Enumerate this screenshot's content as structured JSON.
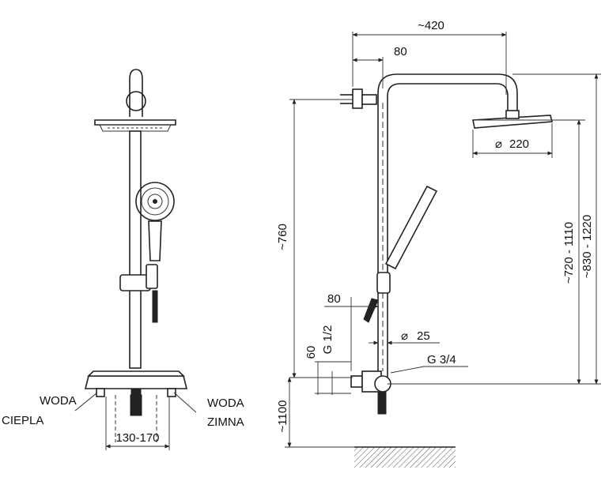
{
  "labels": {
    "hot_line1": "WODA",
    "hot_line2": "CIEPLA",
    "cold_line1": "WODA",
    "cold_line2": "ZIMNA",
    "spacing": "130-170"
  },
  "dimensions": {
    "arm_reach": "~420",
    "arm_offset": "80",
    "head_diameter": "220",
    "diameter_symbol": "⌀",
    "overall_height": "~760",
    "height_to_bar": "~720 - 1110",
    "height_to_head": "~830 - 1220",
    "mixer_offset": "80",
    "thread_small": "G 1/2",
    "pipe_diameter": "25",
    "offset_60": "60",
    "thread_large": "G 3/4",
    "floor_height": "~1100"
  }
}
